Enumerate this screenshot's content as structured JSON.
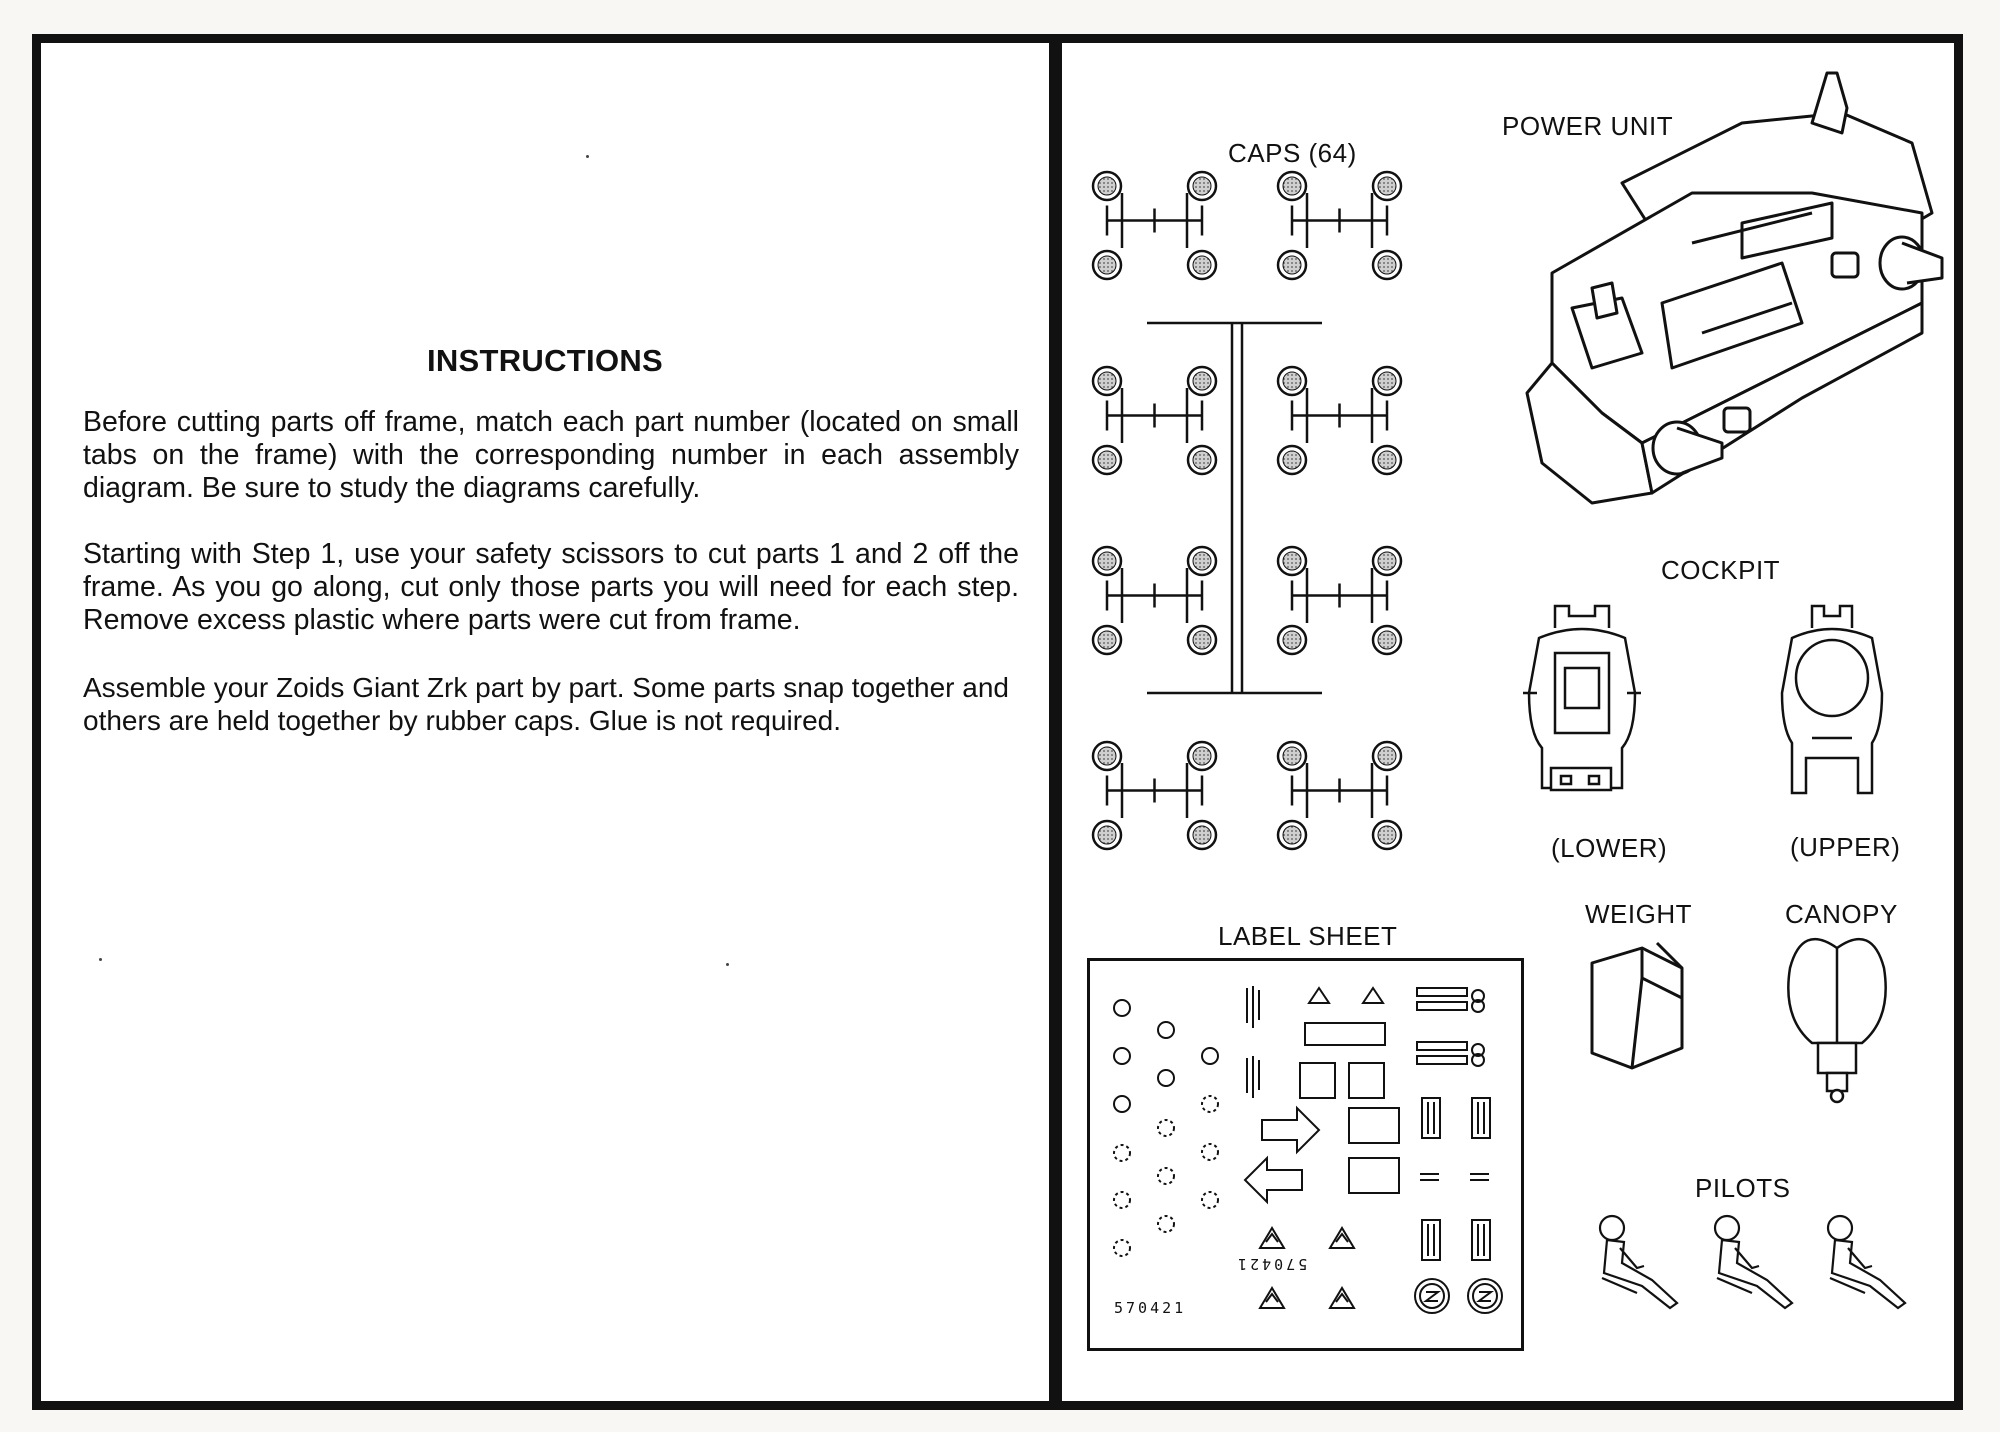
{
  "instructions": {
    "title": "INSTRUCTIONS",
    "paragraphs": [
      "Before cutting parts off frame, match each part number (located on small tabs on the frame) with the corresponding number in each assembly diagram. Be sure to study the diagrams carefully.",
      "Starting with Step 1, use your safety scissors to cut parts 1 and 2 off the frame. As you go along, cut only those parts you will need for each step. Remove excess plastic where parts were cut from frame.",
      "Assemble your Zoids Giant Zrk part by part. Some parts snap together and others are held together by rubber caps. Glue is not required."
    ]
  },
  "parts": {
    "caps_label": "CAPS (64)",
    "power_unit_label": "POWER UNIT",
    "cockpit_label": "COCKPIT",
    "cockpit_lower_label": "(LOWER)",
    "cockpit_upper_label": "(UPPER)",
    "label_sheet_label": "LABEL SHEET",
    "label_sheet_code": "570421",
    "label_sheet_code_mirrored": "570421",
    "weight_label": "WEIGHT",
    "canopy_label": "CANOPY",
    "pilots_label": "PILOTS"
  }
}
